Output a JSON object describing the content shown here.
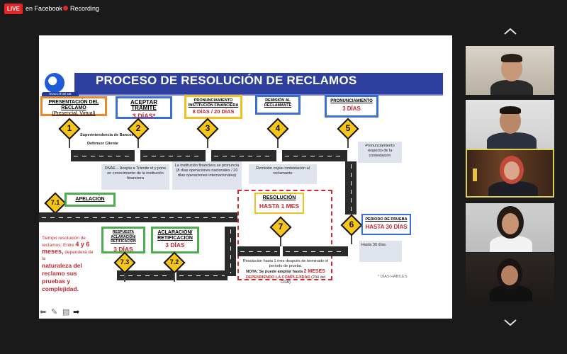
{
  "topbar": {
    "live": "LIVE",
    "platform": "en Facebook",
    "recording": "Recording"
  },
  "slide": {
    "title": "PROCESO DE RESOLUCIÓN DE RECLAMOS",
    "logo_text": "SOLICITUD DE RECLAMOS",
    "steps": [
      {
        "num": "1",
        "label": "PRESENTACIÓN DEL RECLAMO",
        "value": "(Presencial, Virtual)"
      },
      {
        "num": "2",
        "label": "ACEPTAR TRÁMITE",
        "value": "3 DÍAS*"
      },
      {
        "num": "3",
        "label": "PRONUNCIAMIENTO INSTITUCIÓN FINANCIERA",
        "value": "8 DÍAS / 20 DÍAS"
      },
      {
        "num": "4",
        "label": "REMISIÓN AL RECLAMANTE",
        "value": ""
      },
      {
        "num": "5",
        "label": "PRONUNCIAMIENTO",
        "value": "3 DÍAS"
      },
      {
        "num": "6",
        "label": "PERIODO DE PRUEBA",
        "value": "HASTA 30 DÍAS"
      },
      {
        "num": "7",
        "label": "RESOLUCIÓN",
        "value": "HASTA 1 MES"
      },
      {
        "num": "7.1",
        "label": "APELACIÓN",
        "value": ""
      },
      {
        "num": "7.2",
        "label": "ACLARACIÓN/ RETIFICACIÓN",
        "value": "3 DÍAS"
      },
      {
        "num": "7.3",
        "label": "RESPUESTA ACLARACIÓN/ RETIFICACIÓN",
        "value": "3 DÍAS"
      }
    ],
    "notes": {
      "superintendencia": "Superintendencia de Bancos",
      "defensor": "Defensor Cliente",
      "dnae": "DNAE – Acepta a Trámite el y pone en conocimiento de la institución financiera",
      "institucion": "La institución financiera se pronuncia (8 días operaciones nacionales / 20 días operaciones internacionales)",
      "remision": "Remisión copia contestación al reclamante",
      "pronunciamiento": "Pronunciamiento respecto de la contestación",
      "hasta30": "Hasta 30 días.",
      "resolucion_a": "Resolución hasta 1 mes después de terminado el período de prueba.",
      "resolucion_b": "NOTA: Se puede ampliar hasta",
      "resolucion_c": "2 MESES",
      "resolucion_d": "DEPENDIENDO LA COMPLEJIDAD",
      "resolucion_e": "(204 del COA)",
      "dias_habiles": "* DÍAS HÁBILES"
    },
    "tiempo": {
      "l1": "Tiempo resolución de reclamos: Entre",
      "l2": "4 y 6",
      "l3": "meses,",
      "l4": "dependerá de la",
      "l5": "naturaleza del reclamo sus pruebas y complejidad."
    }
  },
  "colors": {
    "title_bar": "#2f3fa0",
    "sign": "#f5c518",
    "accent_red": "#c0282f"
  },
  "participants": [
    {
      "name": "participant-1"
    },
    {
      "name": "participant-2"
    },
    {
      "name": "participant-3-speaking"
    },
    {
      "name": "participant-4"
    },
    {
      "name": "participant-5"
    }
  ]
}
